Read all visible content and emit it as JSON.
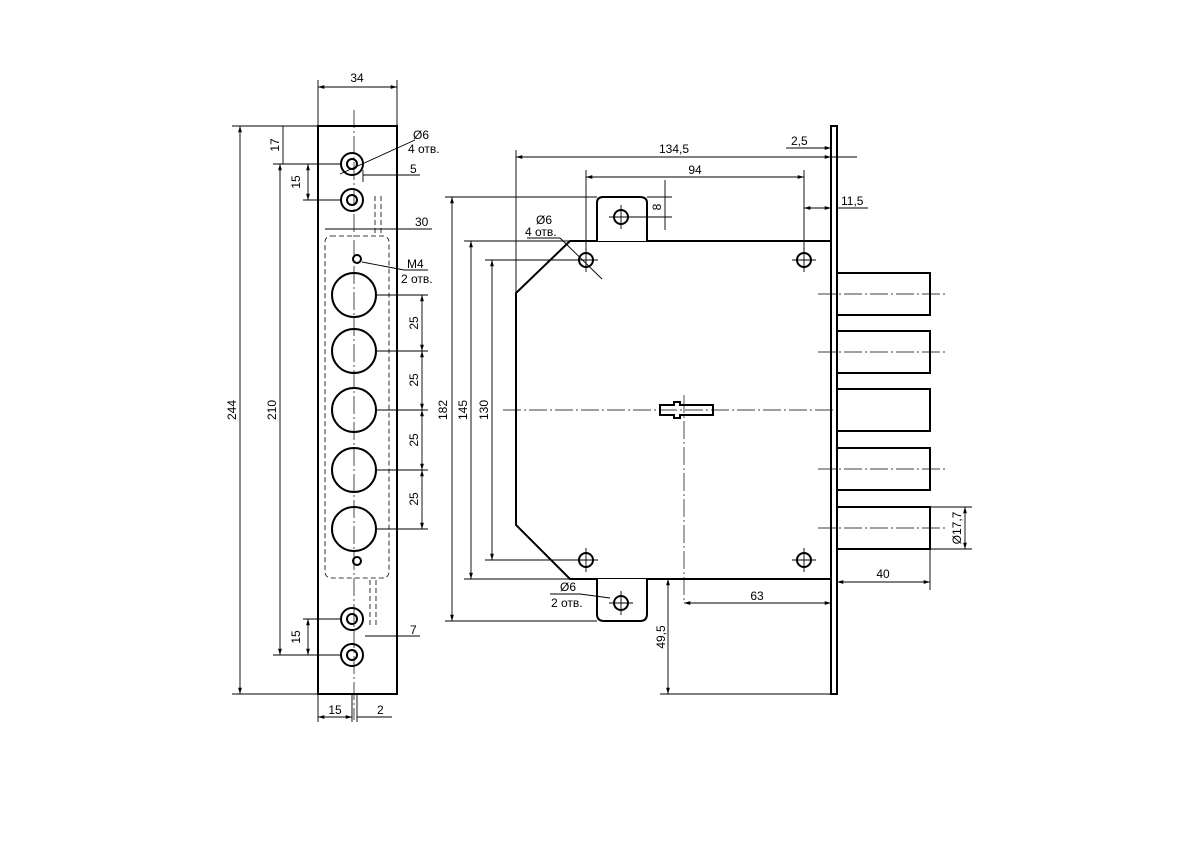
{
  "strike_plate": {
    "width_label": "34",
    "height_total_label": "244",
    "hole_span_label": "210",
    "top_offset_label": "17",
    "top_pitch_label": "15",
    "bottom_pitch_label": "15",
    "edge_offset_top_label": "5",
    "edge_offset_bottom_label": "7",
    "pocket_width_label": "30",
    "bolt_pitch_labels": [
      "25",
      "25",
      "25",
      "25"
    ],
    "bottom_left_label": "15",
    "bottom_right_label": "2",
    "mount_hole_note": {
      "size": "Ø6",
      "count": "4 отв."
    },
    "thread_note": {
      "size": "M4",
      "count": "2 отв."
    }
  },
  "lock_body": {
    "overall_depth_label": "134,5",
    "tab_pitch_label": "94",
    "faceplate_thickness_label": "2,5",
    "faceplate_offset_label": "11,5",
    "tab_height_label": "8",
    "height_outer_label": "182",
    "height_body_label": "145",
    "hole_pitch_label": "130",
    "backset_label": "63",
    "bottom_offset_label": "49,5",
    "bolt_throw_label": "40",
    "bolt_diameter_label": "Ø17,7",
    "top_hole_note": {
      "size": "Ø6",
      "count": "4 отв."
    },
    "bottom_hole_note": {
      "size": "Ø6",
      "count": "2 отв."
    }
  }
}
